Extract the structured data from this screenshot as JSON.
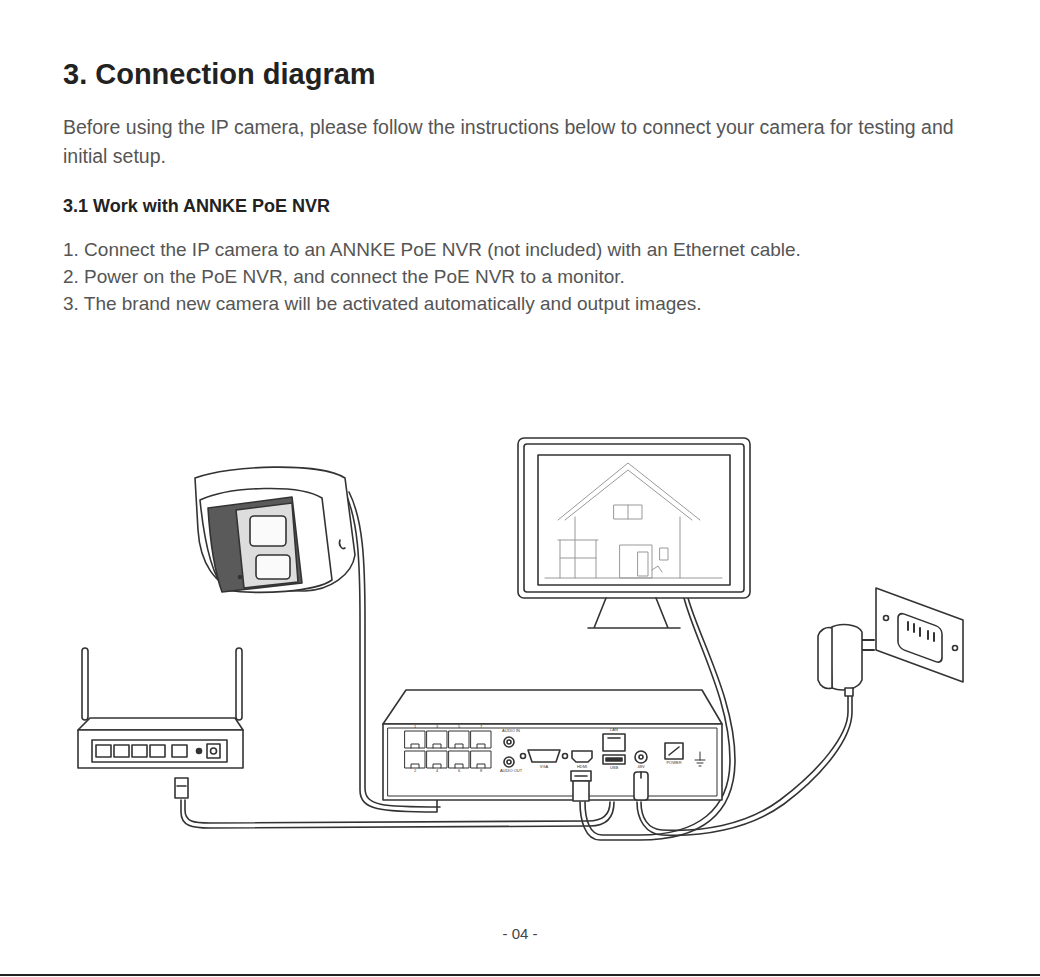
{
  "diagram": {
    "title": "3. Connection diagram",
    "labels": [
      "Before using the IP camera, please follow the instructions below to connect your camera for testing and initial setup.",
      "3.1 Work with ANNKE PoE NVR",
      "1. Connect the IP camera to an ANNKE PoE NVR (not included) with an Ethernet cable.",
      "2. Power on the PoE NVR, and connect the PoE NVR to a monitor.",
      "3. The brand new camera will be activated automatically and output images.",
      "1",
      "3",
      "5",
      "7",
      "2",
      "4",
      "6",
      "8",
      "AUDIO IN",
      "AUDIO OUT",
      "VGA",
      "HDMI",
      "USB",
      "LAN",
      "48V",
      "POWER",
      "- 04 -"
    ]
  }
}
